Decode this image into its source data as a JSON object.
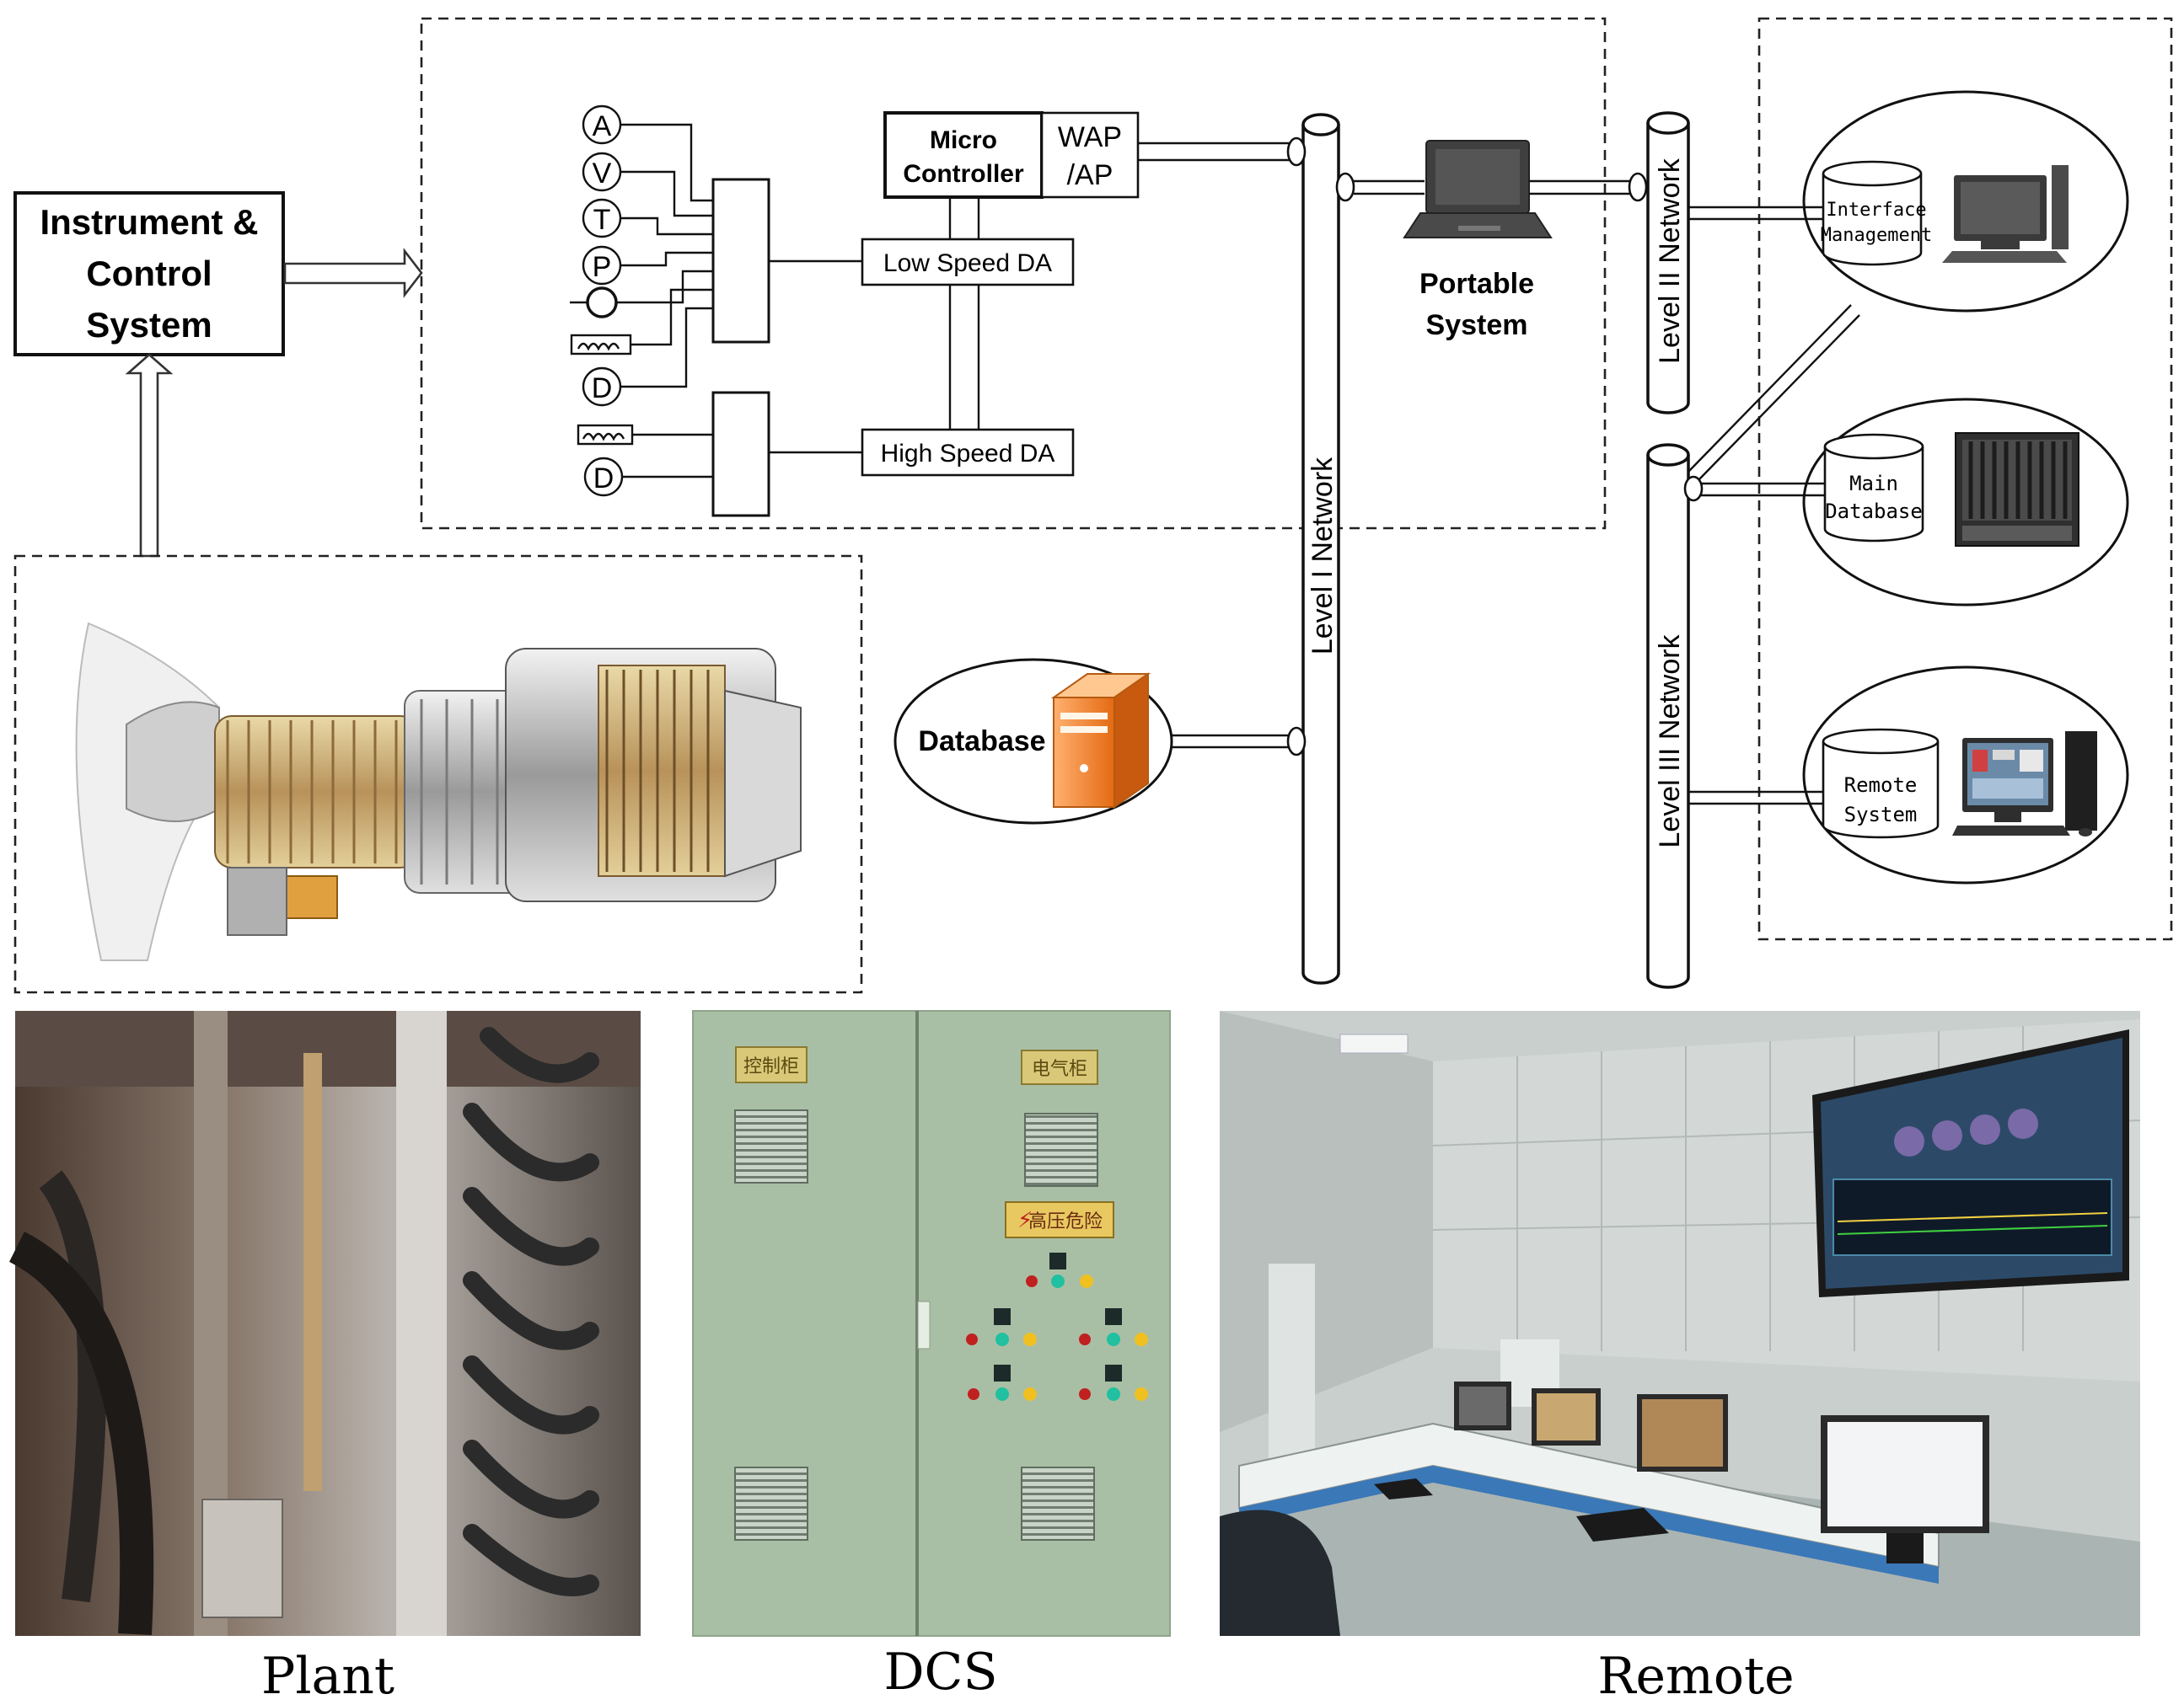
{
  "instrument_control": {
    "line1": "Instrument &",
    "line2": "Control",
    "line3": "System"
  },
  "sensors": [
    "A",
    "V",
    "T",
    "P",
    "D",
    "D"
  ],
  "micro_controller": {
    "line1": "Micro",
    "line2": "Controller"
  },
  "wap": {
    "line1": "WAP",
    "line2": "/AP"
  },
  "low_speed_da": "Low Speed DA",
  "high_speed_da": "High Speed DA",
  "level1_network": "Level I  Network",
  "level2_network": "Level II  Network",
  "level3_network": "Level III  Network",
  "portable_system": {
    "line1": "Portable",
    "line2": "System"
  },
  "database_label": "Database",
  "interface_management": {
    "line1": "Interface",
    "line2": "Management"
  },
  "main_database": {
    "line1": "Main",
    "line2": "Database"
  },
  "remote_system": {
    "line1": "Remote",
    "line2": "System"
  },
  "photos": {
    "plant_caption": "Plant",
    "dcs_caption": "DCS",
    "remote_caption": "Remote",
    "dcs_left_plate": "控制柜",
    "dcs_right_plate": "电气柜",
    "dcs_warning_plate": "高压危险"
  },
  "colors": {
    "database_orange": "#f08030",
    "dcs_panel": "#a9bfa5",
    "remote_wall": "#c9cfcd",
    "plant_dark": "#3a3430"
  }
}
